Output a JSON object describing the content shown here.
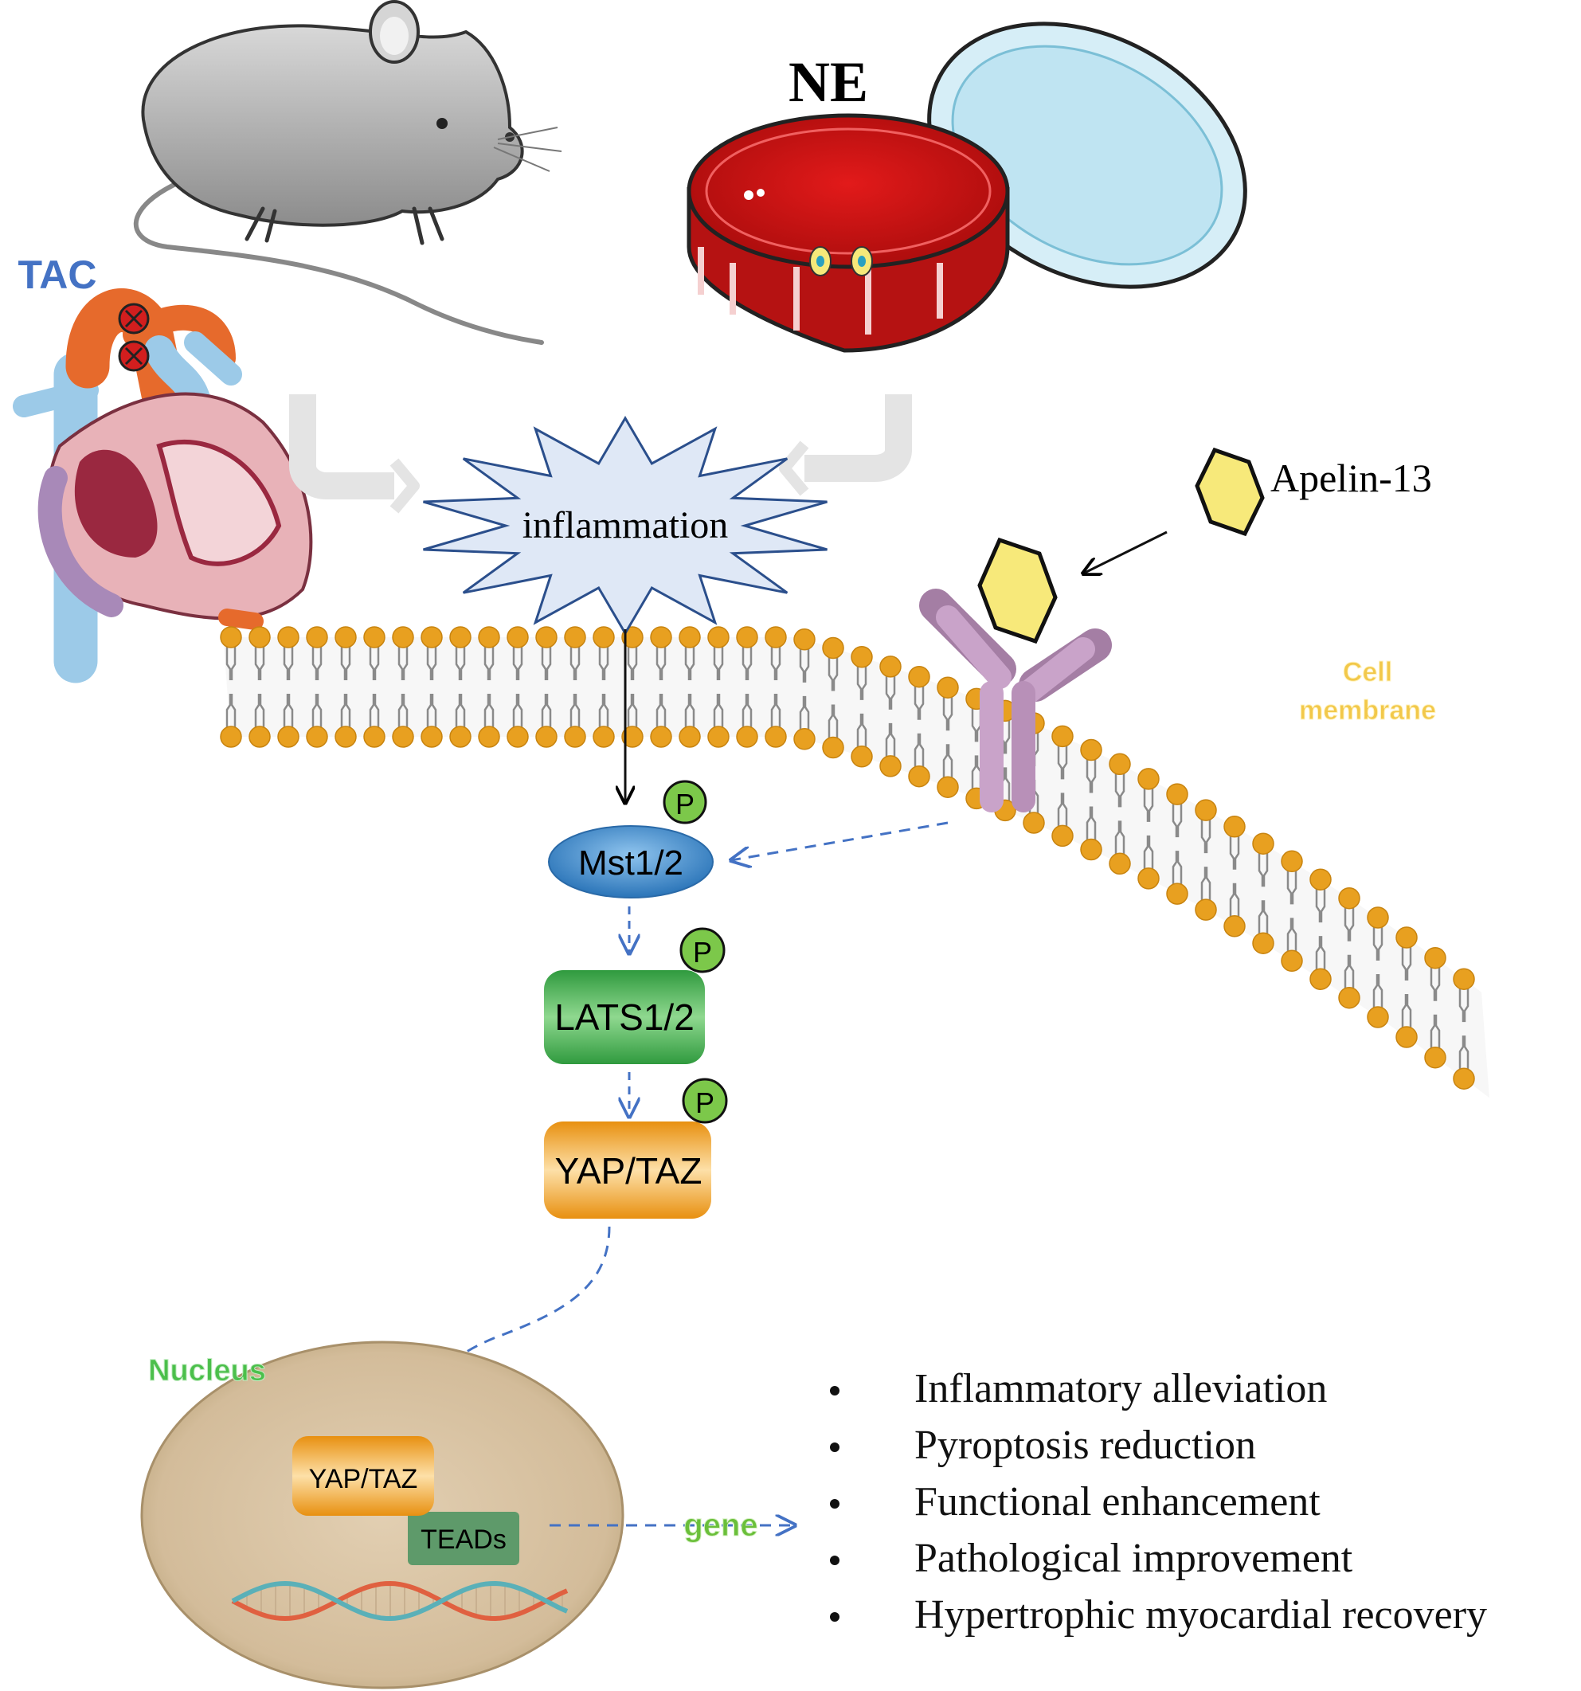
{
  "labels": {
    "tac": "TAC",
    "ne": "NE",
    "inflammation": "inflammation",
    "apelin": "Apelin-13",
    "cell_membrane_line1": "Cell",
    "cell_membrane_line2": "membrane",
    "nucleus": "Nucleus",
    "gene": "gene",
    "phospho": "P"
  },
  "pathway": {
    "mst": "Mst1/2",
    "lats": "LATS1/2",
    "yap_taz": "YAP/TAZ",
    "nuclear_yap_taz": "YAP/TAZ",
    "teads": "TEADs"
  },
  "outcomes": [
    "Inflammatory alleviation",
    "Pyroptosis reduction",
    "Functional enhancement",
    "Pathological improvement",
    "Hypertrophic myocardial recovery"
  ],
  "colors": {
    "tac_label": "#4472c4",
    "membrane_lipid": "#e8a020",
    "receptor": "#c9a3c9",
    "apelin_fill": "#f7e97a",
    "mst_blue": "#3a86c8",
    "lats_green": "#3aa84a",
    "yap_orange": "#f0a020",
    "phospho_green": "#7cc84a",
    "dashed_arrow": "#4472c4",
    "nucleus_fill": "#d9c4a4",
    "gene_green": "#6abf3a",
    "cell_membrane_text": "#f2c84a"
  }
}
